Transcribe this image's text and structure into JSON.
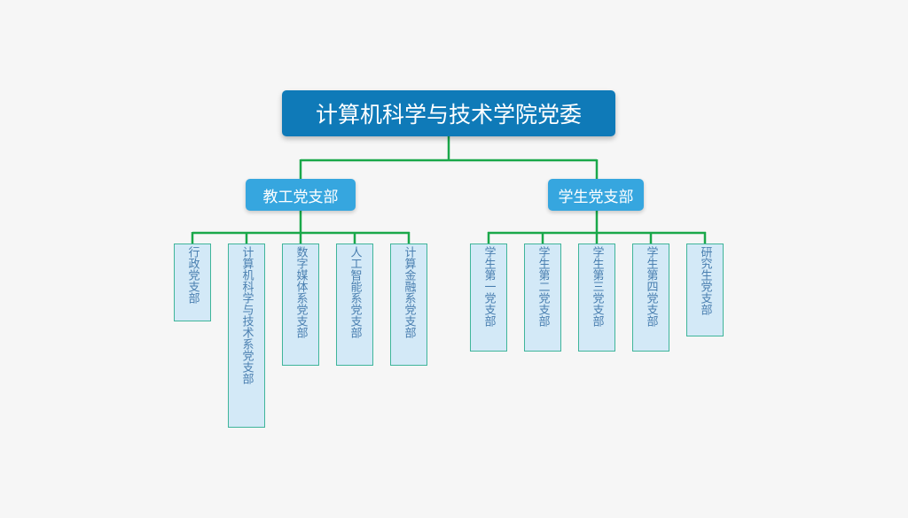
{
  "root": {
    "label": "计算机科学与技术学院党委"
  },
  "branches": [
    {
      "label": "教工党支部",
      "children": [
        "行政党支部",
        "计算机科学与技术系党支部",
        "数字媒体系党支部",
        "人工智能系党支部",
        "计算金融系党支部"
      ]
    },
    {
      "label": "学生党支部",
      "children": [
        "学生第一党支部",
        "学生第二党支部",
        "学生第三党支部",
        "学生第四党支部",
        "研究生党支部"
      ]
    }
  ],
  "colors": {
    "root_fill": "#0f7ab8",
    "branch_fill": "#36a6df",
    "leaf_fill": "#d3e9f7",
    "leaf_border": "#3fb59a",
    "connector": "#1aa84a"
  }
}
